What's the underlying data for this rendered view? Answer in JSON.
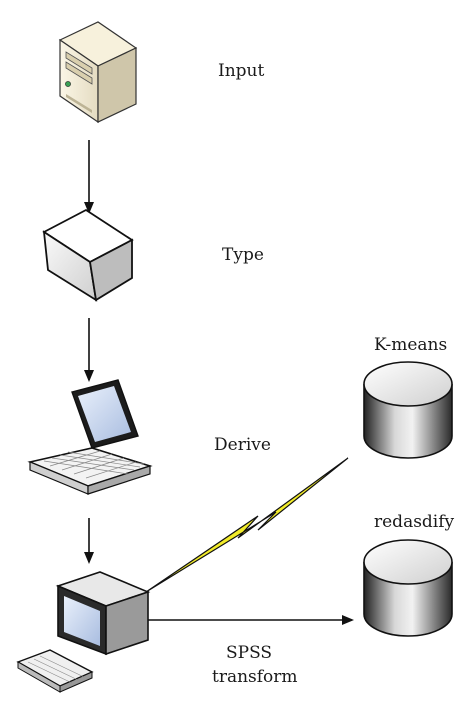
{
  "nodes": {
    "input": {
      "label": "Input",
      "icon": "server-tower-icon"
    },
    "type": {
      "label": "Type",
      "icon": "box-icon"
    },
    "derive": {
      "label": "Derive",
      "icon": "laptop-icon"
    },
    "kmeans": {
      "label": "K-means",
      "icon": "database-icon"
    },
    "redas": {
      "label": "redasdify",
      "icon": "database-icon"
    },
    "desktop": {
      "icon": "desktop-computer-icon"
    }
  },
  "edges": {
    "spss": {
      "line1": "SPSS",
      "line2": "transform"
    },
    "wireless": {
      "icon": "lightning-bolt-icon"
    }
  },
  "colors": {
    "lightning": "#f2ec2a",
    "stroke": "#111111",
    "screen": "#cfdcf0"
  }
}
